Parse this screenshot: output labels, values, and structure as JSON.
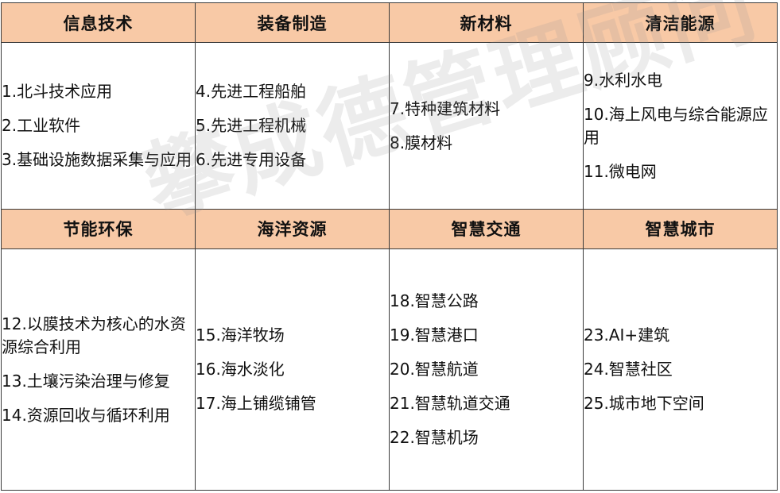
{
  "row1": [
    {
      "header": "信息技术",
      "items": [
        "1.北斗技术应用",
        "2.工业软件",
        "3.基础设施数据采集与应用"
      ]
    },
    {
      "header": "装备制造",
      "items": [
        "4.先进工程船舶",
        "5.先进工程机械",
        "6.先进专用设备"
      ]
    },
    {
      "header": "新材料",
      "items": [
        "7.特种建筑材料",
        "8.膜材料"
      ]
    },
    {
      "header": "清洁能源",
      "items": [
        "9.水利水电",
        "10.海上风电与综合能源应用",
        "11.微电网"
      ]
    }
  ],
  "row2": [
    {
      "header": "节能环保",
      "items": [
        "12.以膜技术为核心的水资源综合利用",
        "13.土壤污染治理与修复",
        "14.资源回收与循环利用"
      ]
    },
    {
      "header": "海洋资源",
      "items": [
        "15.海洋牧场",
        "16.海水淡化",
        "17.海上铺缆铺管"
      ]
    },
    {
      "header": "智慧交通",
      "items": [
        "18.智慧公路",
        "19.智慧港口",
        "20.智慧航道",
        "21.智慧轨道交通",
        "22.智慧机场"
      ]
    },
    {
      "header": "智慧城市",
      "items": [
        "23.AI+建筑",
        "24.智慧社区",
        "25.城市地下空间"
      ]
    }
  ],
  "watermark": "攀成德管理顾问"
}
